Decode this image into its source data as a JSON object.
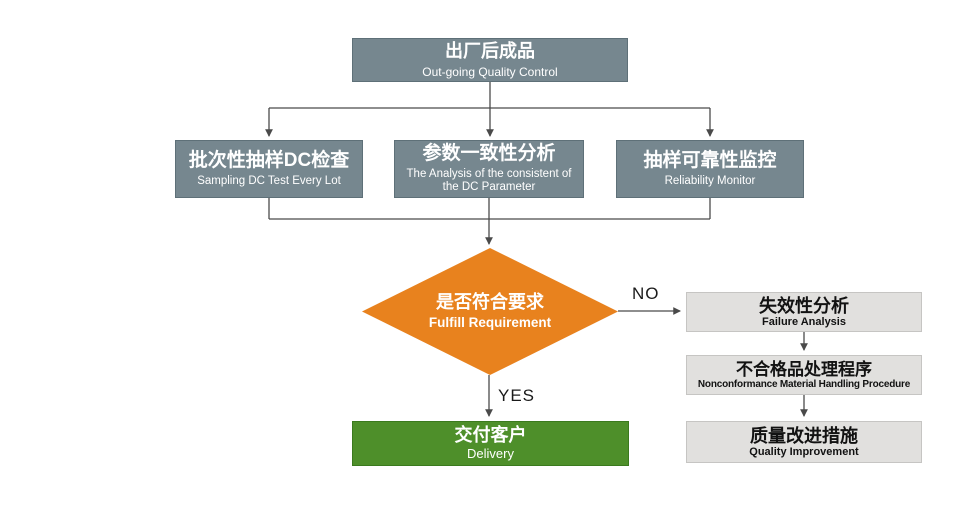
{
  "diagram": {
    "top_box": {
      "zh": "出厂后成品",
      "en": "Out-going Quality Control"
    },
    "row_boxes": [
      {
        "zh": "批次性抽样DC检查",
        "en": "Sampling DC Test Every Lot"
      },
      {
        "zh": "参数一致性分析",
        "en": "The Analysis of the consistent of the DC Parameter"
      },
      {
        "zh": "抽样可靠性监控",
        "en": "Reliability Monitor"
      }
    ],
    "decision": {
      "zh": "是否符合要求",
      "en": "Fulfill Requirement",
      "no_label": "NO",
      "yes_label": "YES"
    },
    "yes_box": {
      "zh": "交付客户",
      "en": "Delivery"
    },
    "no_boxes": [
      {
        "zh": "失效性分析",
        "en": "Failure Analysis"
      },
      {
        "zh": "不合格品处理程序",
        "en": "Nonconformance Material Handling Procedure"
      },
      {
        "zh": "质量改进措施",
        "en": "Quality Improvement"
      }
    ],
    "colors": {
      "slate_box": "#76878F",
      "decision_orange": "#E8821E",
      "delivery_green": "#4E8F2A",
      "failure_gray": "#E1E0DE",
      "connector": "#4A4A4A"
    }
  }
}
